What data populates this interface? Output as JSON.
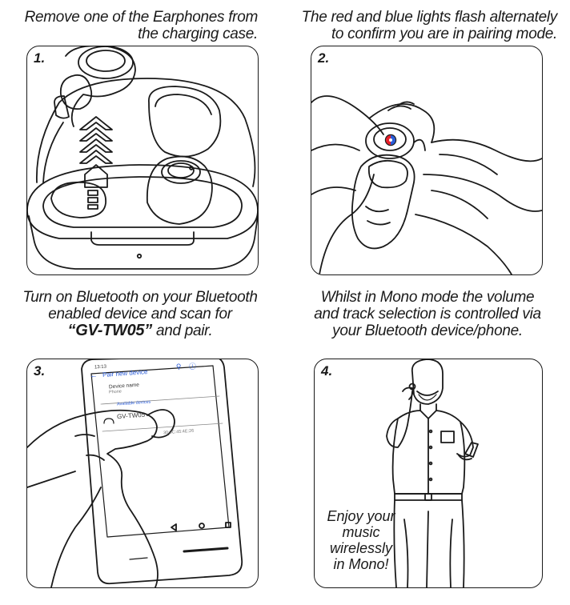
{
  "steps": [
    {
      "number": "1.",
      "caption": [
        "Remove one of the Earphones from",
        "the charging case."
      ]
    },
    {
      "number": "2.",
      "caption": [
        "The red and blue lights flash alternately",
        "to confirm you are in pairing mode."
      ]
    },
    {
      "number": "3.",
      "caption_lines": [
        "Turn on Bluetooth on your Bluetooth",
        "enabled device and scan for"
      ],
      "caption_bold": "“GV-TW05”",
      "caption_tail": " and pair.",
      "phone": {
        "time": "13:13",
        "header": "Pair new device",
        "device_name_label": "Device name",
        "device_name_value": "Phone",
        "available_label": "Available devices",
        "device": "GV-TW05",
        "mac": "30:0C:45:4E:26"
      }
    },
    {
      "number": "4.",
      "caption": [
        "Whilst in Mono mode the volume",
        "and track selection is controlled via",
        "your Bluetooth device/phone."
      ],
      "enjoy": [
        "Enjoy your",
        "music",
        "wirelessly",
        "in Mono!"
      ]
    }
  ],
  "colors": {
    "line": "#1a1a1a",
    "led_red": "#e8202a",
    "led_blue": "#2a5cd8"
  }
}
